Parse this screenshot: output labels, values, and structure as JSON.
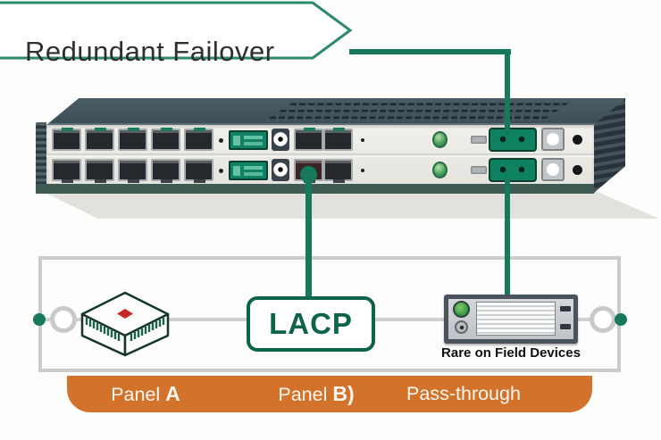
{
  "banner": {
    "label": "Redundant Failover"
  },
  "lacp": {
    "label": "LACP"
  },
  "passthrough": {
    "caption": "Rare on Field Devices"
  },
  "legend": {
    "panel_a_prefix": "Panel ",
    "panel_a_bold": "A",
    "panel_b_prefix": "Panel ",
    "panel_b_bold": "B)",
    "passthrough_label": "Pass-through"
  },
  "colors": {
    "connector_green": "#17795b",
    "banner_border_teal": "#2a8a6b",
    "lacp_green": "#0e644b",
    "legend_orange": "#d2722b",
    "frame_gray": "#cbcbcb",
    "chassis_slate": "#3e4e57",
    "faceplate_gray": "#ece9e4",
    "led_green": "#47a35b",
    "marker_red": "#c62828"
  }
}
